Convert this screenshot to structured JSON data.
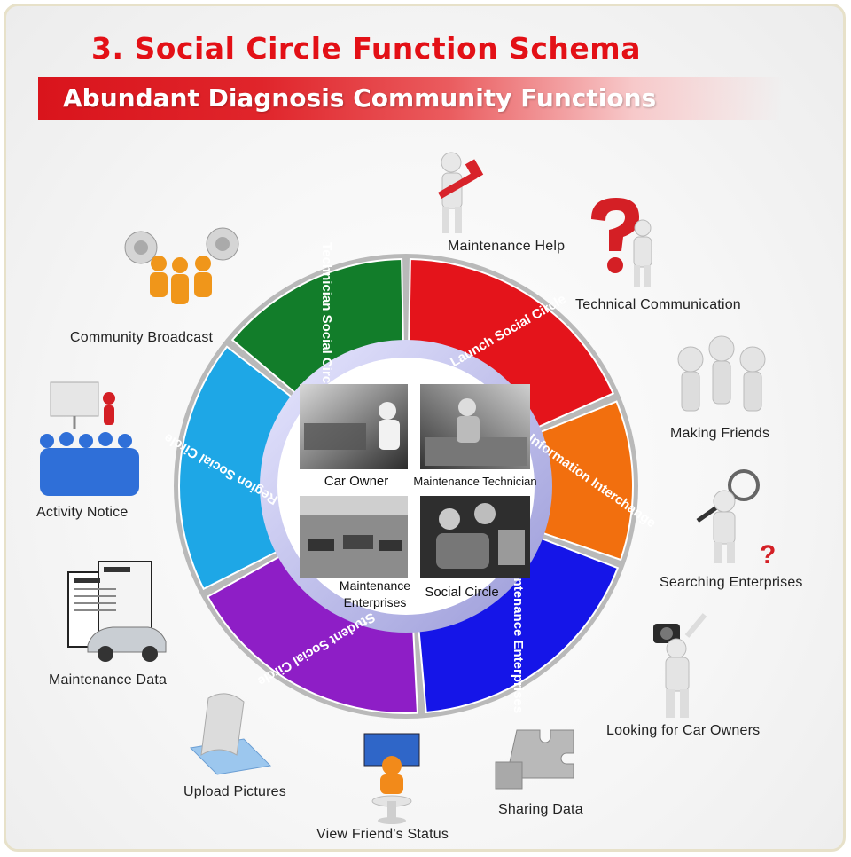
{
  "title": "3. Social Circle Function Schema",
  "banner": "Abundant Diagnosis Community Functions",
  "ring": {
    "segments": [
      {
        "label": "Launch Social Circle",
        "color": "#e4141b"
      },
      {
        "label": "Information Interchange",
        "color": "#f26f0e"
      },
      {
        "label": "Maintenance Enterprises",
        "color": "#1515e8"
      },
      {
        "label": "Student Social Circle",
        "color": "#8e1ec6"
      },
      {
        "label": "Region Social Circle",
        "color": "#1ea7e6"
      },
      {
        "label": "Technician Social Circle",
        "color": "#127d2a"
      }
    ]
  },
  "center": {
    "photos": [
      {
        "caption": "Car Owner"
      },
      {
        "caption": "Maintenance Technician"
      },
      {
        "caption": [
          "Maintenance",
          "Enterprises"
        ]
      },
      {
        "caption": "Social Circle"
      }
    ]
  },
  "functions": [
    {
      "label": "Maintenance Help",
      "icon": "hammer-figure-icon"
    },
    {
      "label": "Technical Communication",
      "icon": "question-mark-figure-icon"
    },
    {
      "label": "Making Friends",
      "icon": "group-figures-icon"
    },
    {
      "label": "Searching Enterprises",
      "icon": "magnifier-figure-icon"
    },
    {
      "label": "Looking for Car Owners",
      "icon": "camera-figure-icon"
    },
    {
      "label": "Sharing Data",
      "icon": "puzzle-icon"
    },
    {
      "label": "View Friend's Status",
      "icon": "computer-figure-icon"
    },
    {
      "label": "Upload Pictures",
      "icon": "photo-scroll-icon"
    },
    {
      "label": "Maintenance Data",
      "icon": "document-car-icon"
    },
    {
      "label": "Activity Notice",
      "icon": "presentation-crowd-icon"
    },
    {
      "label": "Community Broadcast",
      "icon": "megaphone-figures-icon"
    }
  ]
}
